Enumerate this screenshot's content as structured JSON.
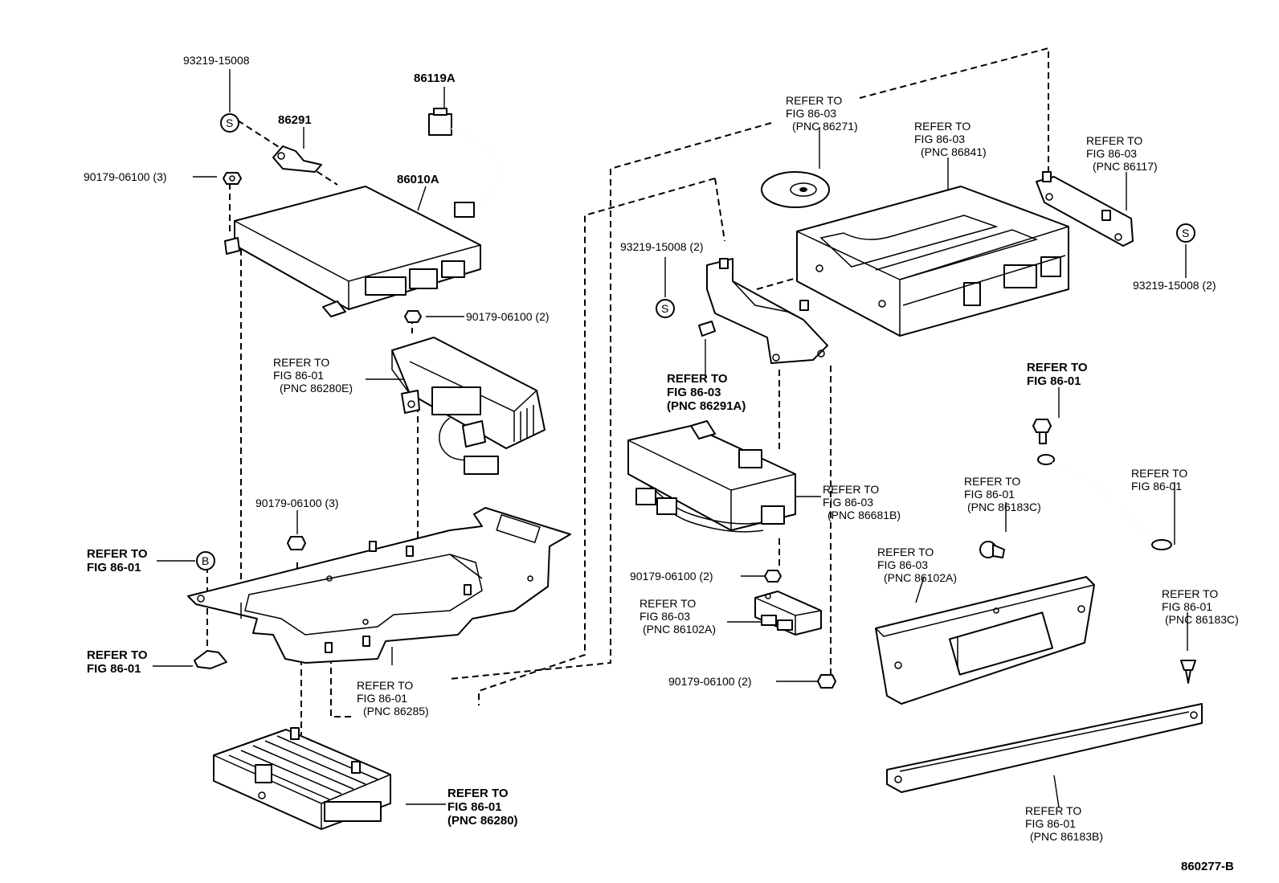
{
  "labels": {
    "clip_top_left": "93219-15008",
    "bracket_86291": "86291",
    "harness_86119a": "86119A",
    "nut_top_left": "90179-06100 (3)",
    "unit_86010a": "86010A",
    "nut_mid": "90179-06100 (2)",
    "amp_86280e": [
      "REFER TO",
      "FIG 86-01",
      "(PNC 86280E)"
    ],
    "nut_lower_left": "90179-06100 (3)",
    "clip_b_ref": [
      "REFER TO",
      "FIG 86-01"
    ],
    "bracket_ref_left": [
      "REFER TO",
      "FIG 86-01"
    ],
    "panel_86285": [
      "REFER TO",
      "FIG 86-01",
      "(PNC 86285)"
    ],
    "amp_86280": [
      "REFER TO",
      "FIG 86-01",
      "(PNC 86280)"
    ],
    "disc_86271": [
      "REFER TO",
      "FIG 86-03",
      "(PNC 86271)"
    ],
    "changer_86841": [
      "REFER TO",
      "FIG 86-03",
      "(PNC 86841)"
    ],
    "bracket_86117": [
      "REFER TO",
      "FIG 86-03",
      "(PNC 86117)"
    ],
    "clip_mid_2": "93219-15008 (2)",
    "clip_right_2": "93219-15008 (2)",
    "bracket_86291a": [
      "REFER TO",
      "FIG 86-03",
      "(PNC 86291A)"
    ],
    "bolt_ref": [
      "REFER TO",
      "FIG 86-01"
    ],
    "module_86681b": [
      "REFER TO",
      "FIG 86-03",
      "(PNC 86681B)"
    ],
    "clip_86183c_a": [
      "REFER TO",
      "FIG 86-01",
      "(PNC 86183C)"
    ],
    "ground_wire": [
      "REFER TO",
      "FIG 86-01"
    ],
    "nut_center_a": "90179-06100 (2)",
    "panel_86102a": [
      "REFER TO",
      "FIG 86-03",
      "(PNC 86102A)"
    ],
    "sensor_86102a": [
      "REFER TO",
      "FIG 86-03",
      "(PNC 86102A)"
    ],
    "clip_86183c_b": [
      "REFER TO",
      "FIG 86-01",
      "(PNC 86183C)"
    ],
    "nut_center_b": "90179-06100 (2)",
    "cover_86183b": [
      "REFER TO",
      "FIG 86-01",
      "(PNC 86183B)"
    ],
    "figure_code": "860277-B"
  },
  "symbols": {
    "clip_symbol": "S",
    "bolt_symbol": "B"
  }
}
